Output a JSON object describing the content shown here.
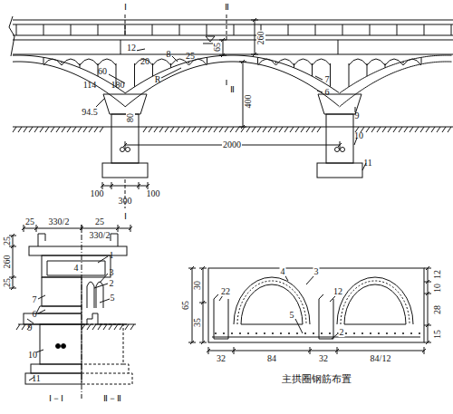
{
  "diagram": {
    "labels": [
      "Ⅰ",
      "Ⅱ",
      "12",
      "8",
      "65",
      "260",
      "20",
      "25",
      "60",
      "114",
      "180",
      "R",
      "7",
      "6",
      "Ⅱ",
      "400",
      "94.5",
      "80",
      "9",
      "2000",
      "10",
      "11",
      "100",
      "300",
      "100",
      "Ⅰ",
      "25",
      "330/2",
      "25",
      "330/2",
      "25",
      "260",
      "25",
      "1",
      "4",
      "3",
      "2",
      "5",
      "7",
      "6",
      "9",
      "10",
      "11",
      "Ⅰ－Ⅰ",
      "Ⅱ－Ⅱ",
      "65",
      "30",
      "35",
      "4",
      "3",
      "22",
      "12",
      "10",
      "12",
      "28",
      "15",
      "5",
      "2",
      "32",
      "84",
      "32",
      "84/12",
      "主拱圈钢筋布置"
    ]
  }
}
